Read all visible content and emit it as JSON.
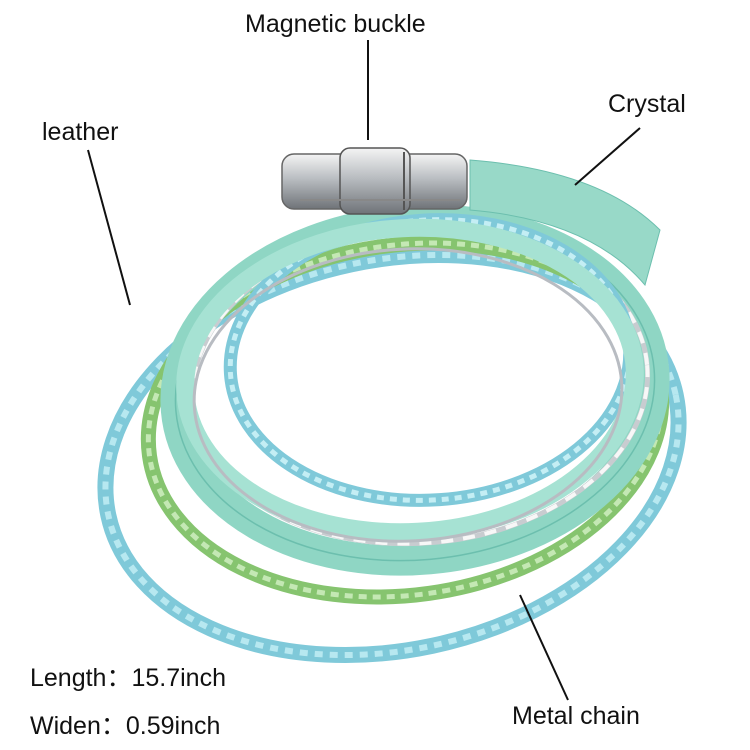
{
  "labels": {
    "magnetic_buckle": "Magnetic buckle",
    "crystal": "Crystal",
    "leather": "leather",
    "metal_chain": "Metal chain"
  },
  "specs": {
    "length": "Length：15.7inch",
    "width": "Widen：0.59inch"
  },
  "colors": {
    "mint_leather": "#8fd6c4",
    "light_blue_braid": "#8fd3e0",
    "green_braid": "#9bd18a",
    "metal": "#c8ccd0"
  }
}
